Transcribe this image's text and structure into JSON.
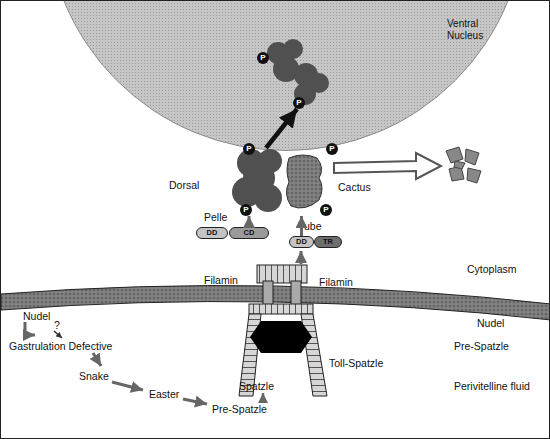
{
  "diagram": {
    "nodes": [
      {
        "text": [
          "Ventral Nucleus"
        ]
      },
      {
        "text": [
          "Dorsal"
        ]
      },
      {
        "text": [
          "Cactus"
        ]
      },
      {
        "text": [
          "DD"
        ]
      },
      {
        "text": [
          "CD"
        ]
      },
      {
        "text": [
          "DD"
        ]
      },
      {
        "text": [
          "TR"
        ]
      }
    ],
    "edges": [
      {
        "from": 4,
        "to": 1,
        "arrow": "to"
      },
      {
        "from": 5,
        "to": 2,
        "arrow": "to"
      },
      {
        "from": 1,
        "to": 0,
        "arrow": "to"
      }
    ],
    "labels": [
      "P",
      "P",
      "P",
      "P",
      "P",
      "P",
      "Pelle",
      "Tube",
      "Cytoplasm",
      "Filamin",
      "Filamin",
      "Nudel",
      "Pre-Spatzle",
      "Toll-Spatzle",
      "Perivitelline fluid",
      "Spatzle",
      "Nudel",
      "?",
      "Gastrulation Defective",
      "Snake",
      "Easter",
      "Pre-Spatzle"
    ]
  }
}
